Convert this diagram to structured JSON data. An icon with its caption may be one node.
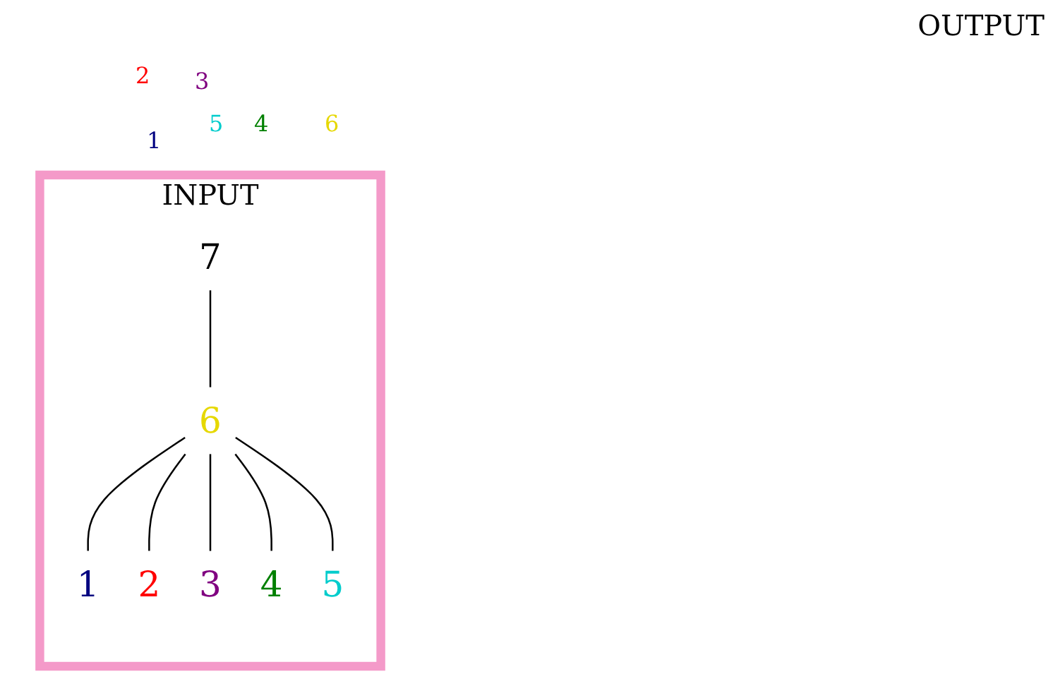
{
  "diagram": {
    "nodes": [
      {
        "text": [
          "INPUT"
        ]
      },
      {
        "text": [
          "7"
        ],
        "in": 0
      },
      {
        "text": [
          "6"
        ],
        "in": 0
      },
      {
        "text": [
          "1"
        ],
        "in": 0
      },
      {
        "text": [
          "2"
        ],
        "in": 0
      },
      {
        "text": [
          "3"
        ],
        "in": 0
      },
      {
        "text": [
          "4"
        ],
        "in": 0
      },
      {
        "text": [
          "5"
        ],
        "in": 0
      }
    ],
    "edges": [
      {
        "from": 1,
        "to": 2,
        "arrow": "none"
      },
      {
        "from": 2,
        "to": 3,
        "arrow": "none"
      },
      {
        "from": 2,
        "to": 4,
        "arrow": "none"
      },
      {
        "from": 2,
        "to": 5,
        "arrow": "none"
      },
      {
        "from": 2,
        "to": 6,
        "arrow": "none"
      },
      {
        "from": 2,
        "to": 7,
        "arrow": "none"
      }
    ],
    "labels": [
      "OUTPUT",
      "2",
      "3",
      "1",
      "5",
      "4",
      "6"
    ]
  }
}
